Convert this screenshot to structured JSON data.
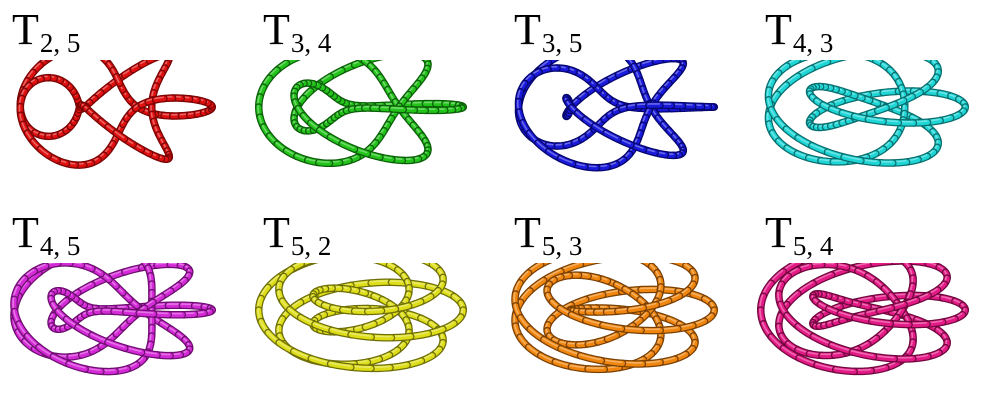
{
  "knots": [
    {
      "letter": "T",
      "sub": "2, 5",
      "p": 2,
      "q": 5,
      "color": "#e01010",
      "shadow": "#7a0505"
    },
    {
      "letter": "T",
      "sub": "3, 4",
      "p": 3,
      "q": 4,
      "color": "#22c41a",
      "shadow": "#0d5e0a"
    },
    {
      "letter": "T",
      "sub": "3, 5",
      "p": 3,
      "q": 5,
      "color": "#1a1adc",
      "shadow": "#06066e"
    },
    {
      "letter": "T",
      "sub": "4, 3",
      "p": 4,
      "q": 3,
      "color": "#1ed6d6",
      "shadow": "#0a6e6e"
    },
    {
      "letter": "T",
      "sub": "4, 5",
      "p": 4,
      "q": 5,
      "color": "#d52ad8",
      "shadow": "#6e0f70"
    },
    {
      "letter": "T",
      "sub": "5, 2",
      "p": 5,
      "q": 2,
      "color": "#dede18",
      "shadow": "#6e6e08"
    },
    {
      "letter": "T",
      "sub": "5, 3",
      "p": 5,
      "q": 3,
      "color": "#f0860e",
      "shadow": "#7a4004"
    },
    {
      "letter": "T",
      "sub": "5, 4",
      "p": 5,
      "q": 4,
      "color": "#e41a86",
      "shadow": "#70083e"
    }
  ]
}
